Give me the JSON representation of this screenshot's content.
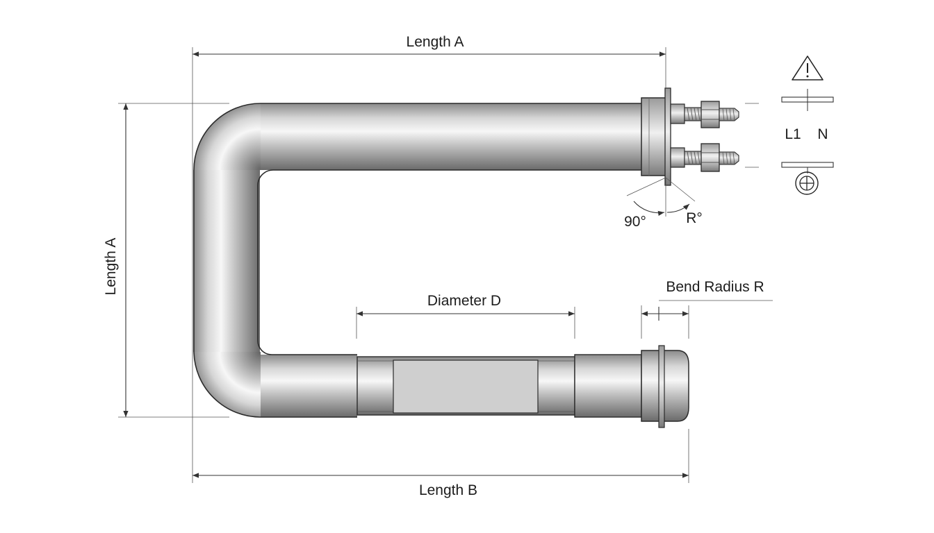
{
  "labels": {
    "length_a_top": "Length A",
    "length_a_side": "Length A",
    "length_b": "Length B",
    "diameter_d": "Diameter D",
    "bend_radius_r": "Bend Radius R",
    "angle_90": "90°",
    "angle_r": "R°",
    "terminal_l1": "L1",
    "terminal_n": "N"
  },
  "icons": {
    "warning": "warning-triangle-icon",
    "ground": "ground-symbol-icon"
  },
  "colors": {
    "tube_light": "#f4f4f4",
    "tube_mid": "#bdbdbd",
    "tube_dark": "#6e6e6e",
    "line": "#2a2a2a"
  }
}
